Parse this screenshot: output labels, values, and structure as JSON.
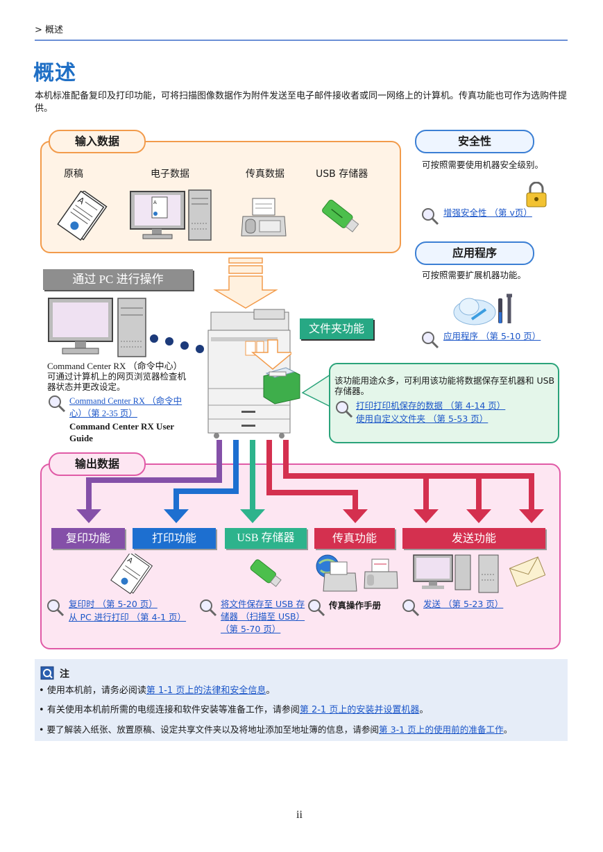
{
  "header": {
    "breadcrumb": "> 概述",
    "title": "概述"
  },
  "intro": "本机标准配备复印及打印功能，可将扫描图像数据作为附件发送至电子邮件接收者或同一网络上的计算机。传真功能也可作为选购件提供。",
  "input_panel": {
    "title": "输入数据",
    "items": [
      "原稿",
      "电子数据",
      "传真数据",
      "USB 存储器"
    ]
  },
  "security": {
    "title": "安全性",
    "desc": "可按照需要使用机器安全级别。",
    "link": "增强安全性 （第 v页）"
  },
  "apps": {
    "title": "应用程序",
    "desc": "可按照需要扩展机器功能。",
    "link": "应用程序 （第 5-10 页）"
  },
  "pc_operation": {
    "title": "通过 PC 进行操作",
    "name": "Command Center RX （命令中心）",
    "desc": "可通过计算机上的网页浏览器检查机器状态并更改设定。",
    "link": "Command Center RX （命令中心）（第 2-35 页）",
    "guide": "Command Center RX User Guide"
  },
  "folder": {
    "title": "文件夹功能",
    "desc": "该功能用途众多，可利用该功能将数据保存至机器和 USB 存储器。",
    "links": [
      "打印打印机保存的数据 （第 4-14 页）",
      "使用自定义文件夹 （第 5-53 页）"
    ]
  },
  "output_panel": {
    "title": "输出数据",
    "buttons": [
      "复印功能",
      "打印功能",
      "USB 存储器",
      "传真功能",
      "发送功能"
    ],
    "copy_links": [
      "复印时 （第 5-20 页）",
      "从 PC 进行打印 （第 4-1 页）"
    ],
    "usb_link": "将文件保存至 USB 存储器 （扫描至 USB）（第 5-70 页）",
    "fax_manual": "传真操作手册",
    "send_link": "发送 （第 5-23 页）"
  },
  "note": {
    "title": "注",
    "lines": [
      {
        "pre": "使用本机前，请务必阅读",
        "link": "第 1-1 页上的法律和安全信息",
        "post": "。"
      },
      {
        "pre": "有关使用本机前所需的电缆连接和软件安装等准备工作，请参阅",
        "link": "第 2-1 页上的安装并设置机器",
        "post": "。"
      },
      {
        "pre": "要了解装入纸张、放置原稿、设定共享文件夹以及将地址添加至地址簿的信息，请参阅",
        "link": "第 3-1 页上的使用前的准备工作",
        "post": "。"
      }
    ]
  },
  "footer": {
    "page": "ii"
  },
  "colors": {
    "accent_blue": "#1f6fc5",
    "input_bg": "#fff3e6",
    "input_border": "#f29b4b",
    "output_bg": "#fde6f2",
    "output_border": "#e05aa6",
    "copy": "#8450a8",
    "print": "#1d6fd0",
    "usb": "#2db38c",
    "fax": "#d4304f",
    "send": "#d4304f",
    "folder_green": "#2aa37a"
  }
}
